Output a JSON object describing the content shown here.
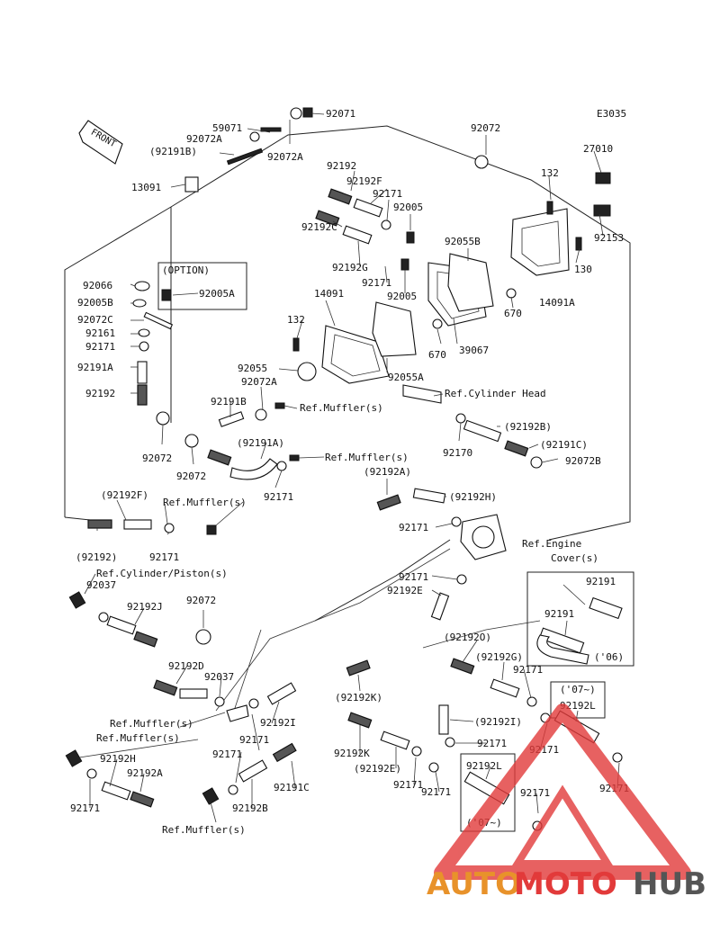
{
  "diagram_code": "E3035",
  "front_label": "FRONT",
  "option_label": "(OPTION)",
  "year_07": "('07~)",
  "year_06": "('06)",
  "refs": {
    "muffler": "Ref.Muffler(s)",
    "cylinder_head": "Ref.Cylinder Head",
    "cylinder_piston": "Ref.Cylinder/Piston(s)",
    "engine_cover_1": "Ref.Engine",
    "engine_cover_2": "Cover(s)"
  },
  "parts": {
    "p92071": "92071",
    "p59071": "59071",
    "p92072A_top": "92072A",
    "p92191B_top": "(92191B)",
    "p92072A_mid": "92072A",
    "p92072_top": "92072",
    "p27010": "27010",
    "p132_top": "132",
    "p13091": "13091",
    "p92192_top": "92192",
    "p92192F_top": "92192F",
    "p92171_top": "92171",
    "p92005_top": "92005",
    "p92192C_top": "92192C",
    "p92192G_top": "92192G",
    "p92055B": "92055B",
    "p92153": "92153",
    "p130": "130",
    "p92066": "92066",
    "p92005A": "92005A",
    "p92005B": "92005B",
    "p14091": "14091",
    "p92171_b": "92171",
    "p92005_b": "92005",
    "p670_a": "670",
    "p14091A": "14091A",
    "p92072C": "92072C",
    "p92161": "92161",
    "p92171_c": "92171",
    "p132_mid": "132",
    "p670_b": "670",
    "p39067": "39067",
    "p92191A_l": "92191A",
    "p92055": "92055",
    "p92055A": "92055A",
    "p92192_l": "92192",
    "p92072A_c": "92072A",
    "p92191B_c": "92191B",
    "p92192B_r": "(92192B)",
    "p92170": "92170",
    "p92191A_c": "(92191A)",
    "p92191C_r": "(92191C)",
    "p92072_l1": "92072",
    "p92072_l2": "92072",
    "p92171_d": "92171",
    "p92072B": "92072B",
    "p92192A_c": "(92192A)",
    "p92192F_b": "(92192F)",
    "p92192H_c": "(92192H)",
    "p92171_e": "92171",
    "p92192_b": "(92192)",
    "p92171_f": "92171",
    "p92037_a": "92037",
    "p92171_g": "92171",
    "p92192E_a": "92192E",
    "p92191_box": "92191",
    "p92191_in": "92191",
    "p92072_m": "92072",
    "p92192J": "92192J",
    "p92192O": "(92192O)",
    "p92192G_b": "(92192G)",
    "p92171_h": "92171",
    "p92192D": "92192D",
    "p92037_b": "92037",
    "p92192K_a": "(92192K)",
    "p92192L_a": "92192L",
    "p92192I_a": "92192I",
    "p92171_i": "92171",
    "p92192I_b": "(92192I)",
    "p92171_j": "92171",
    "p92171_k": "92171",
    "p92192H_b": "92192H",
    "p92192K_b": "92192K",
    "p92192E_b": "(92192E)",
    "p92192A_b": "92192A",
    "p92171_l": "92171",
    "p92191C_b": "92191C",
    "p92192L_b": "92192L",
    "p92171_m": "92171",
    "p92171_n": "92171",
    "p92171_o": "92171",
    "p92171_p": "92171",
    "p92192B_b": "92192B"
  },
  "watermark": {
    "auto": "AUTO",
    "moto": "MOTO",
    "hub": "HUB",
    "color_red": "#e23a3a",
    "color_gray": "#666666"
  }
}
